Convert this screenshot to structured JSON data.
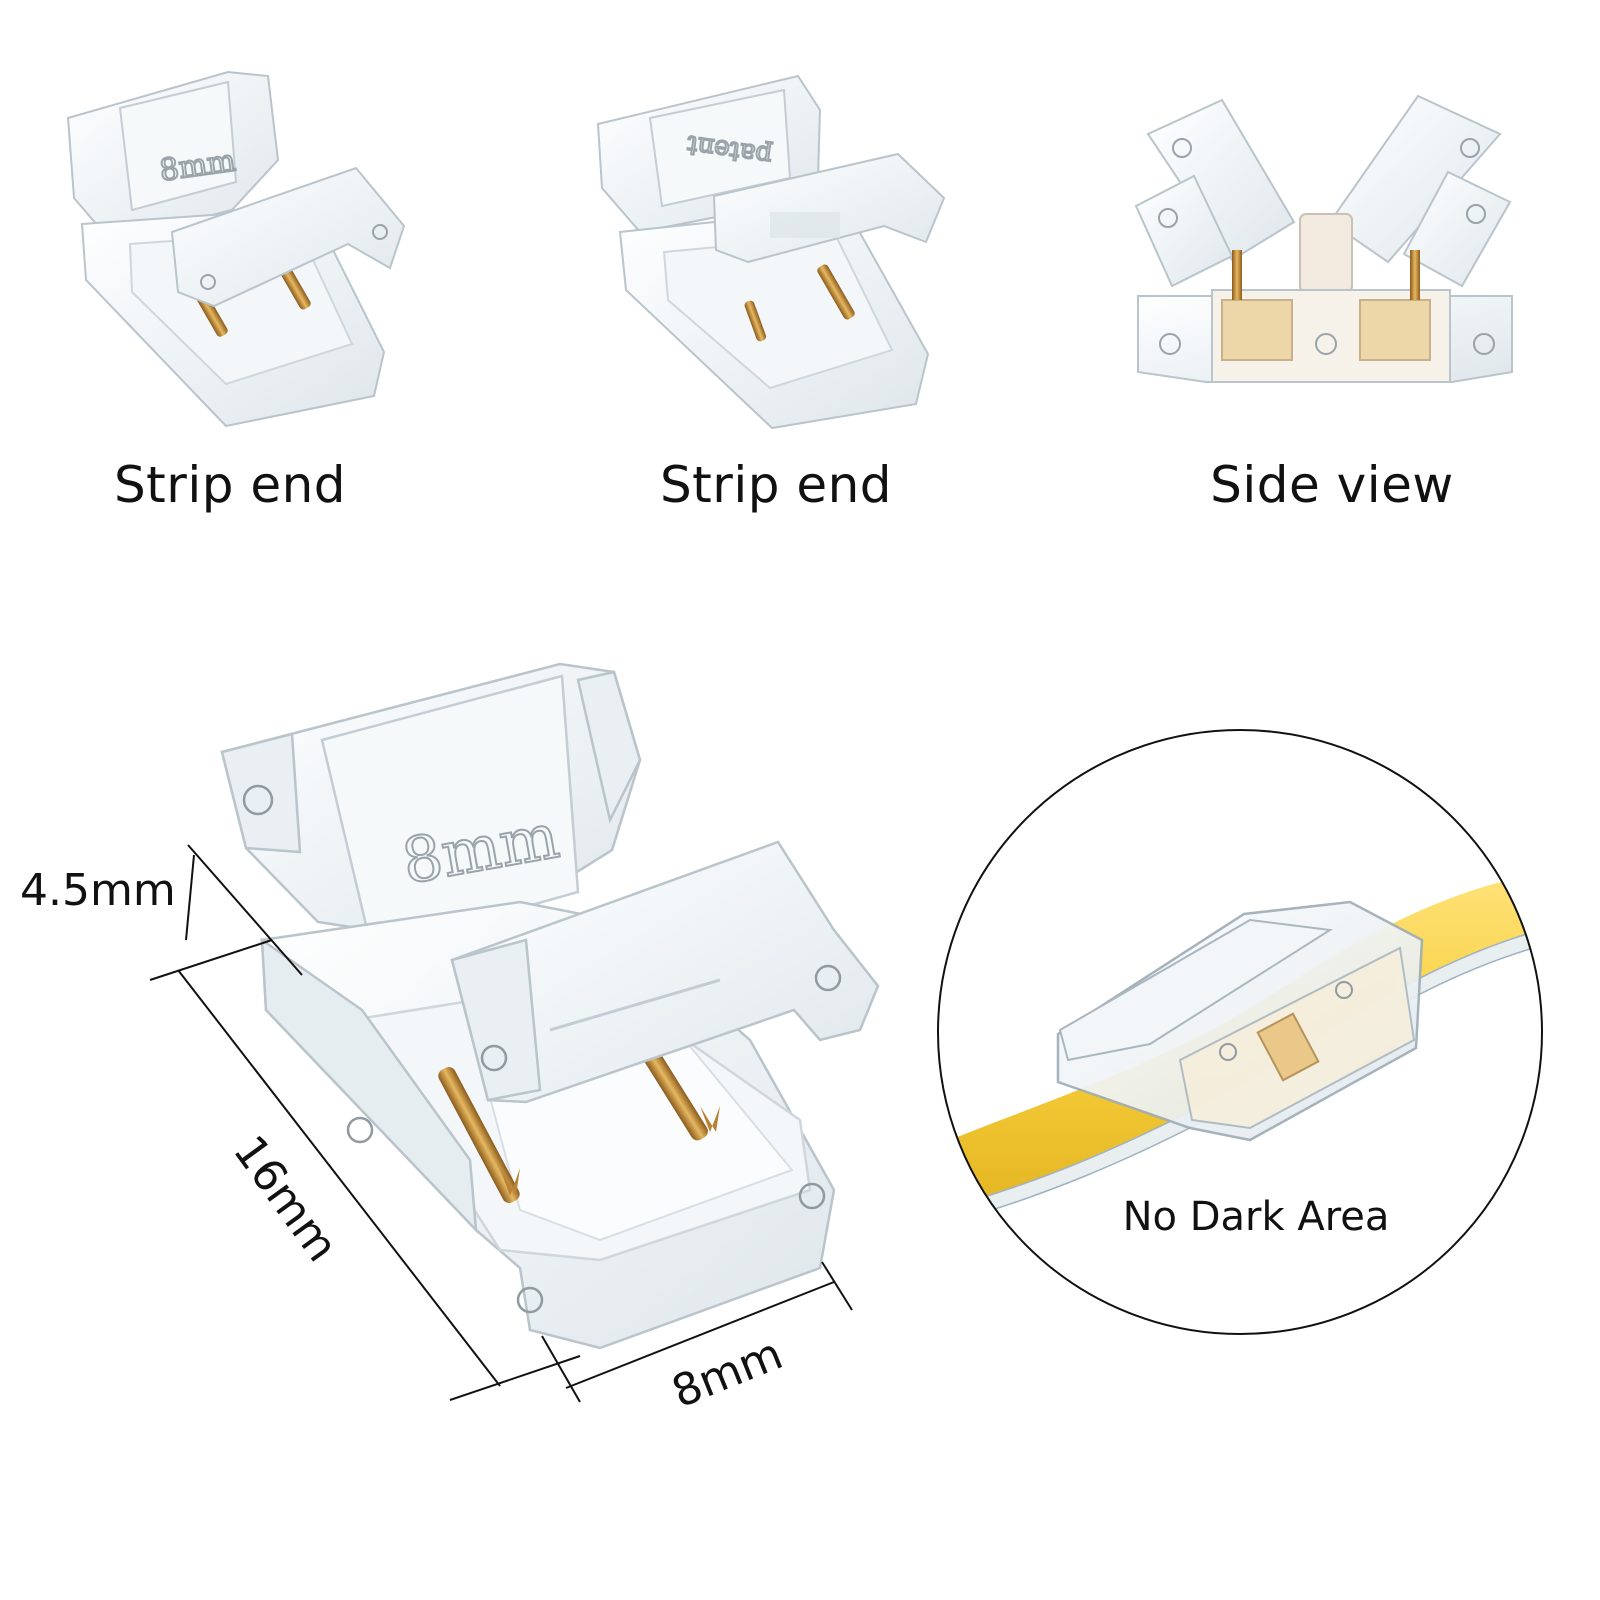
{
  "views": [
    {
      "caption": "Strip end",
      "embossed_text": "8mm"
    },
    {
      "caption": "Strip end",
      "embossed_text": "patent"
    },
    {
      "caption": "Side view",
      "embossed_text": ""
    }
  ],
  "main_connector": {
    "embossed_text": "8mm",
    "dimensions": {
      "height": "4.5mm",
      "length": "16mm",
      "width": "8mm"
    }
  },
  "detail_bubble": {
    "label": "No Dark Area"
  },
  "colors": {
    "clear_plastic": "#eef3f6",
    "plastic_edge": "#b9c4cb",
    "gold_pin": "#c9963e",
    "cob_strip": "#f7cf3a"
  }
}
